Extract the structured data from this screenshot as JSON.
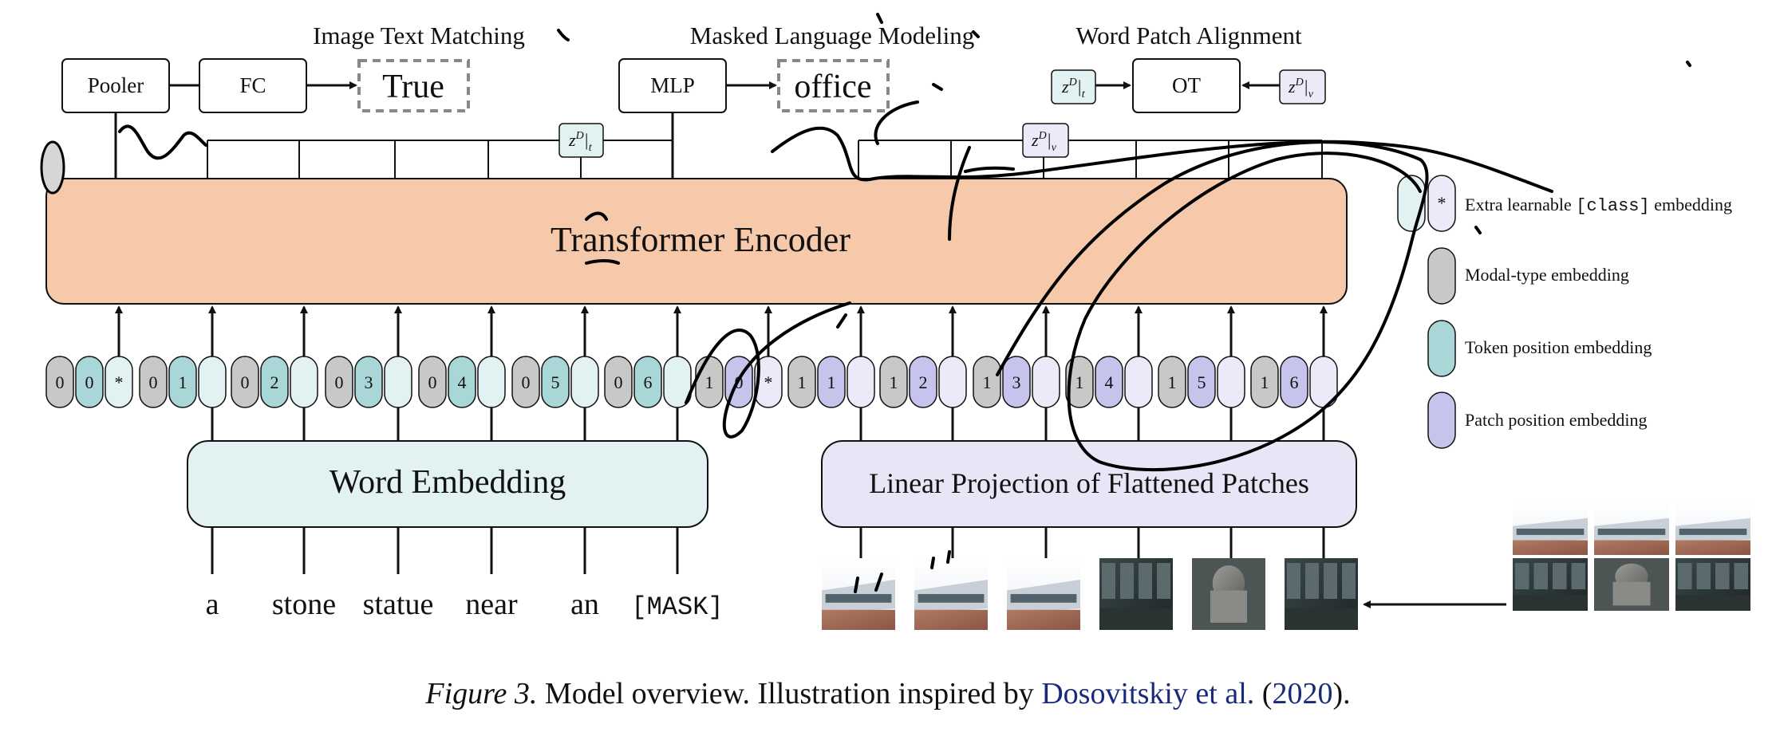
{
  "tasks": {
    "itm": "Image Text Matching",
    "mlm": "Masked Language Modeling",
    "wpa": "Word Patch Alignment"
  },
  "heads": {
    "pooler": "Pooler",
    "fc": "FC",
    "itm_output": "True",
    "mlp": "MLP",
    "mlm_output": "office",
    "ot": "OT"
  },
  "z_labels": {
    "text": "z",
    "sup": "D",
    "sub_t": "t",
    "sub_v": "v"
  },
  "encoder": {
    "label": "Transformer Encoder"
  },
  "word_embedding": {
    "label": "Word Embedding"
  },
  "patch_projection": {
    "label": "Linear Projection of Flattened Patches"
  },
  "text_tokens": [
    {
      "modal": "0",
      "pos": "0",
      "extra": "*"
    },
    {
      "modal": "0",
      "pos": "1",
      "extra": ""
    },
    {
      "modal": "0",
      "pos": "2",
      "extra": ""
    },
    {
      "modal": "0",
      "pos": "3",
      "extra": ""
    },
    {
      "modal": "0",
      "pos": "4",
      "extra": ""
    },
    {
      "modal": "0",
      "pos": "5",
      "extra": ""
    },
    {
      "modal": "0",
      "pos": "6",
      "extra": ""
    }
  ],
  "image_tokens": [
    {
      "modal": "1",
      "pos": "0",
      "extra": "*"
    },
    {
      "modal": "1",
      "pos": "1",
      "extra": ""
    },
    {
      "modal": "1",
      "pos": "2",
      "extra": ""
    },
    {
      "modal": "1",
      "pos": "3",
      "extra": ""
    },
    {
      "modal": "1",
      "pos": "4",
      "extra": ""
    },
    {
      "modal": "1",
      "pos": "5",
      "extra": ""
    },
    {
      "modal": "1",
      "pos": "6",
      "extra": ""
    }
  ],
  "words": [
    "a",
    "stone",
    "statue",
    "near",
    "an",
    "[MASK]"
  ],
  "legend": {
    "class_prefix": "Extra learnable ",
    "class_token": "[class]",
    "class_suffix": " embedding",
    "class_star": "*",
    "modal_type": "Modal-type embedding",
    "token_position": "Token position embedding",
    "patch_position": "Patch position embedding"
  },
  "caption": {
    "figure": "Figure 3.",
    "text": " Model overview. Illustration inspired by ",
    "cite_authors": "Dosovitskiy et al.",
    "cite_open": " (",
    "cite_year": "2020",
    "cite_close": ")."
  },
  "colors": {
    "encoder": "#f5c9aa",
    "word_embedding": "#e2f1f1",
    "patch_projection": "#e8e6f6",
    "modal_gray": "#c8c8c8",
    "token_teal": "#a9d6d6",
    "patch_purple": "#c6c4ec",
    "light_teal": "#e2f1f1",
    "light_purple": "#eceaf8",
    "ink": "#111111"
  }
}
